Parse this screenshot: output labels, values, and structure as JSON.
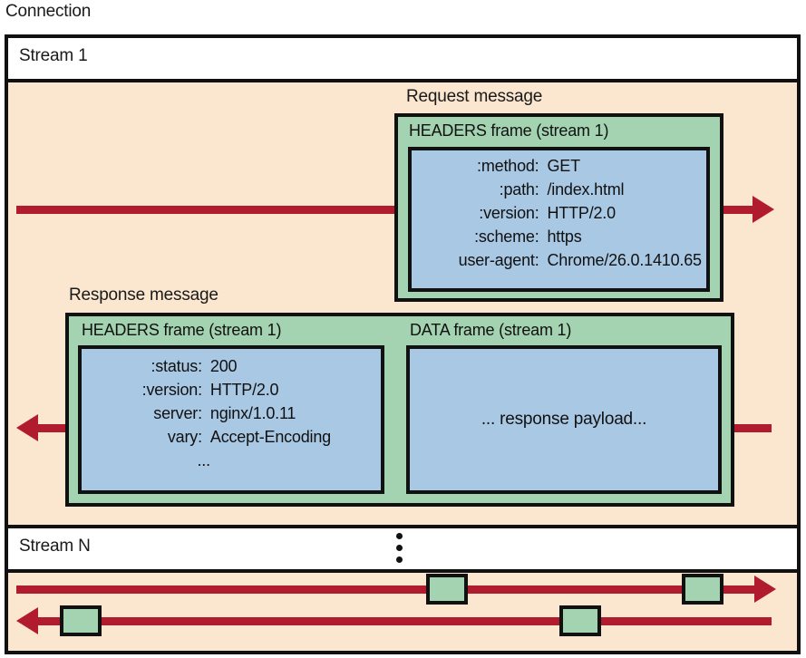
{
  "diagram": {
    "connection_label": "Connection",
    "streams": [
      {
        "label": "Stream 1"
      },
      {
        "label": "Stream N"
      }
    ],
    "vertical_ellipsis": "⋮"
  },
  "request_message": {
    "caption": "Request message",
    "frame_title": "HEADERS frame (stream 1)",
    "headers": [
      {
        "key": ":method:",
        "value": "GET"
      },
      {
        "key": ":path:",
        "value": "/index.html"
      },
      {
        "key": ":version:",
        "value": "HTTP/2.0"
      },
      {
        "key": ":scheme:",
        "value": "https"
      },
      {
        "key": "user-agent:",
        "value": "Chrome/26.0.1410.65"
      }
    ]
  },
  "response_message": {
    "caption": "Response message",
    "headers_frame_title": "HEADERS frame (stream 1)",
    "headers": [
      {
        "key": ":status:",
        "value": "200"
      },
      {
        "key": ":version:",
        "value": "HTTP/2.0"
      },
      {
        "key": "server:",
        "value": "nginx/1.0.11"
      },
      {
        "key": "vary:",
        "value": "Accept-Encoding"
      },
      {
        "key": "...",
        "value": ""
      }
    ],
    "data_frame_title": "DATA frame (stream 1)",
    "data_frame_payload": "... response payload..."
  },
  "colors": {
    "background": "#ffffff",
    "stream_body": "#fbe6d0",
    "frame_green": "#a3d3b0",
    "payload_blue": "#a8c8e4",
    "arrow_red": "#b01c2e",
    "outline": "#111111"
  }
}
